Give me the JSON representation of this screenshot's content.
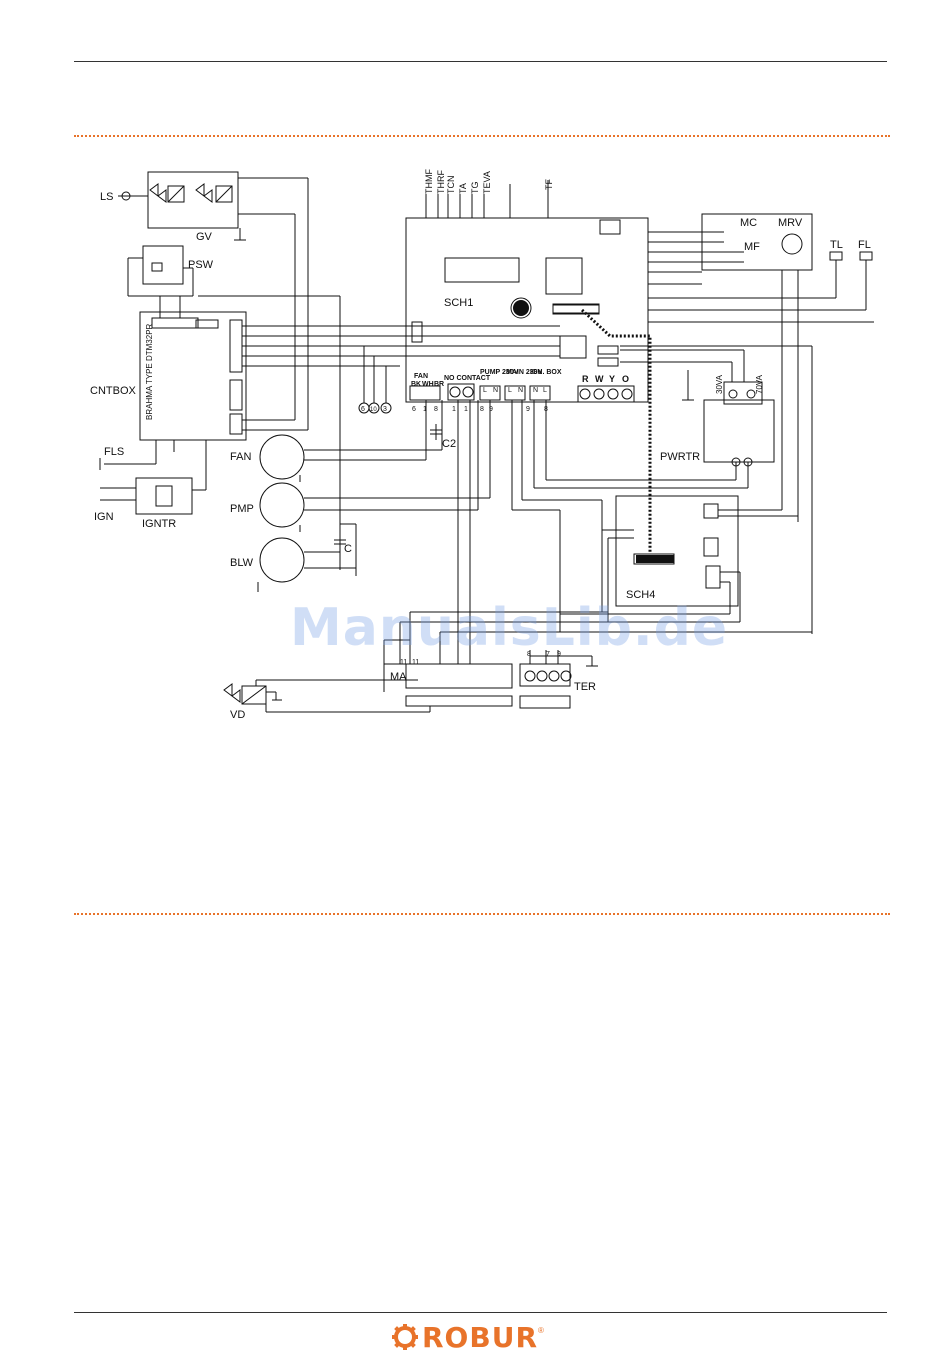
{
  "components": {
    "ls": "LS",
    "gv": "GV",
    "psw": "PSW",
    "cntbox": "CNTBOX",
    "cntbox_type": "BRAHMA TYPE DTM32PR",
    "fls": "FLS",
    "ign": "IGN",
    "igntr": "IGNTR",
    "fan": "FAN",
    "pmp": "PMP",
    "blw": "BLW",
    "c": "C",
    "c2": "C2",
    "sch1": "SCH1",
    "sch4": "SCH4",
    "pwrtr": "PWRTR",
    "mc": "MC",
    "mf": "MF",
    "mrv": "MRV",
    "tl": "TL",
    "fl": "FL",
    "ma": "MA",
    "ter": "TER",
    "vd": "VD",
    "sensors": [
      "THMF",
      "THRF",
      "TCN",
      "TA",
      "TG",
      "TEVA"
    ],
    "tf": "TF",
    "pwr_30va": "30VA",
    "pwr_70va": "70VA"
  },
  "terminal_groups": {
    "fan": {
      "title": "FAN",
      "pins": [
        "BK",
        "WH",
        "BR"
      ],
      "numbers": [
        "6",
        "1",
        "8"
      ]
    },
    "no_contact": {
      "title": "NO CONTACT",
      "numbers": [
        "1",
        "1"
      ]
    },
    "pump": {
      "title": "PUMP 230V",
      "pins": [
        "L",
        "N"
      ],
      "numbers": [
        "8",
        "9"
      ]
    },
    "main": {
      "title": "MAIN 230V",
      "pins": [
        "L",
        "N"
      ]
    },
    "ign_box": {
      "title": "IGN. BOX",
      "pins": [
        "N",
        "L"
      ],
      "numbers": [
        "9",
        "8"
      ]
    },
    "rwyo": [
      "R",
      "W",
      "Y",
      "O"
    ]
  },
  "markers": [
    "6",
    "10",
    "3"
  ],
  "ter_numbers": [
    "8",
    "7",
    "9"
  ],
  "ma_numbers": [
    "11",
    "11"
  ],
  "watermark": "ManualsLib.de",
  "brand": "ROBUR",
  "colors": {
    "accent": "#e8732a",
    "line": "#111111",
    "watermark": "#78a0e6"
  }
}
